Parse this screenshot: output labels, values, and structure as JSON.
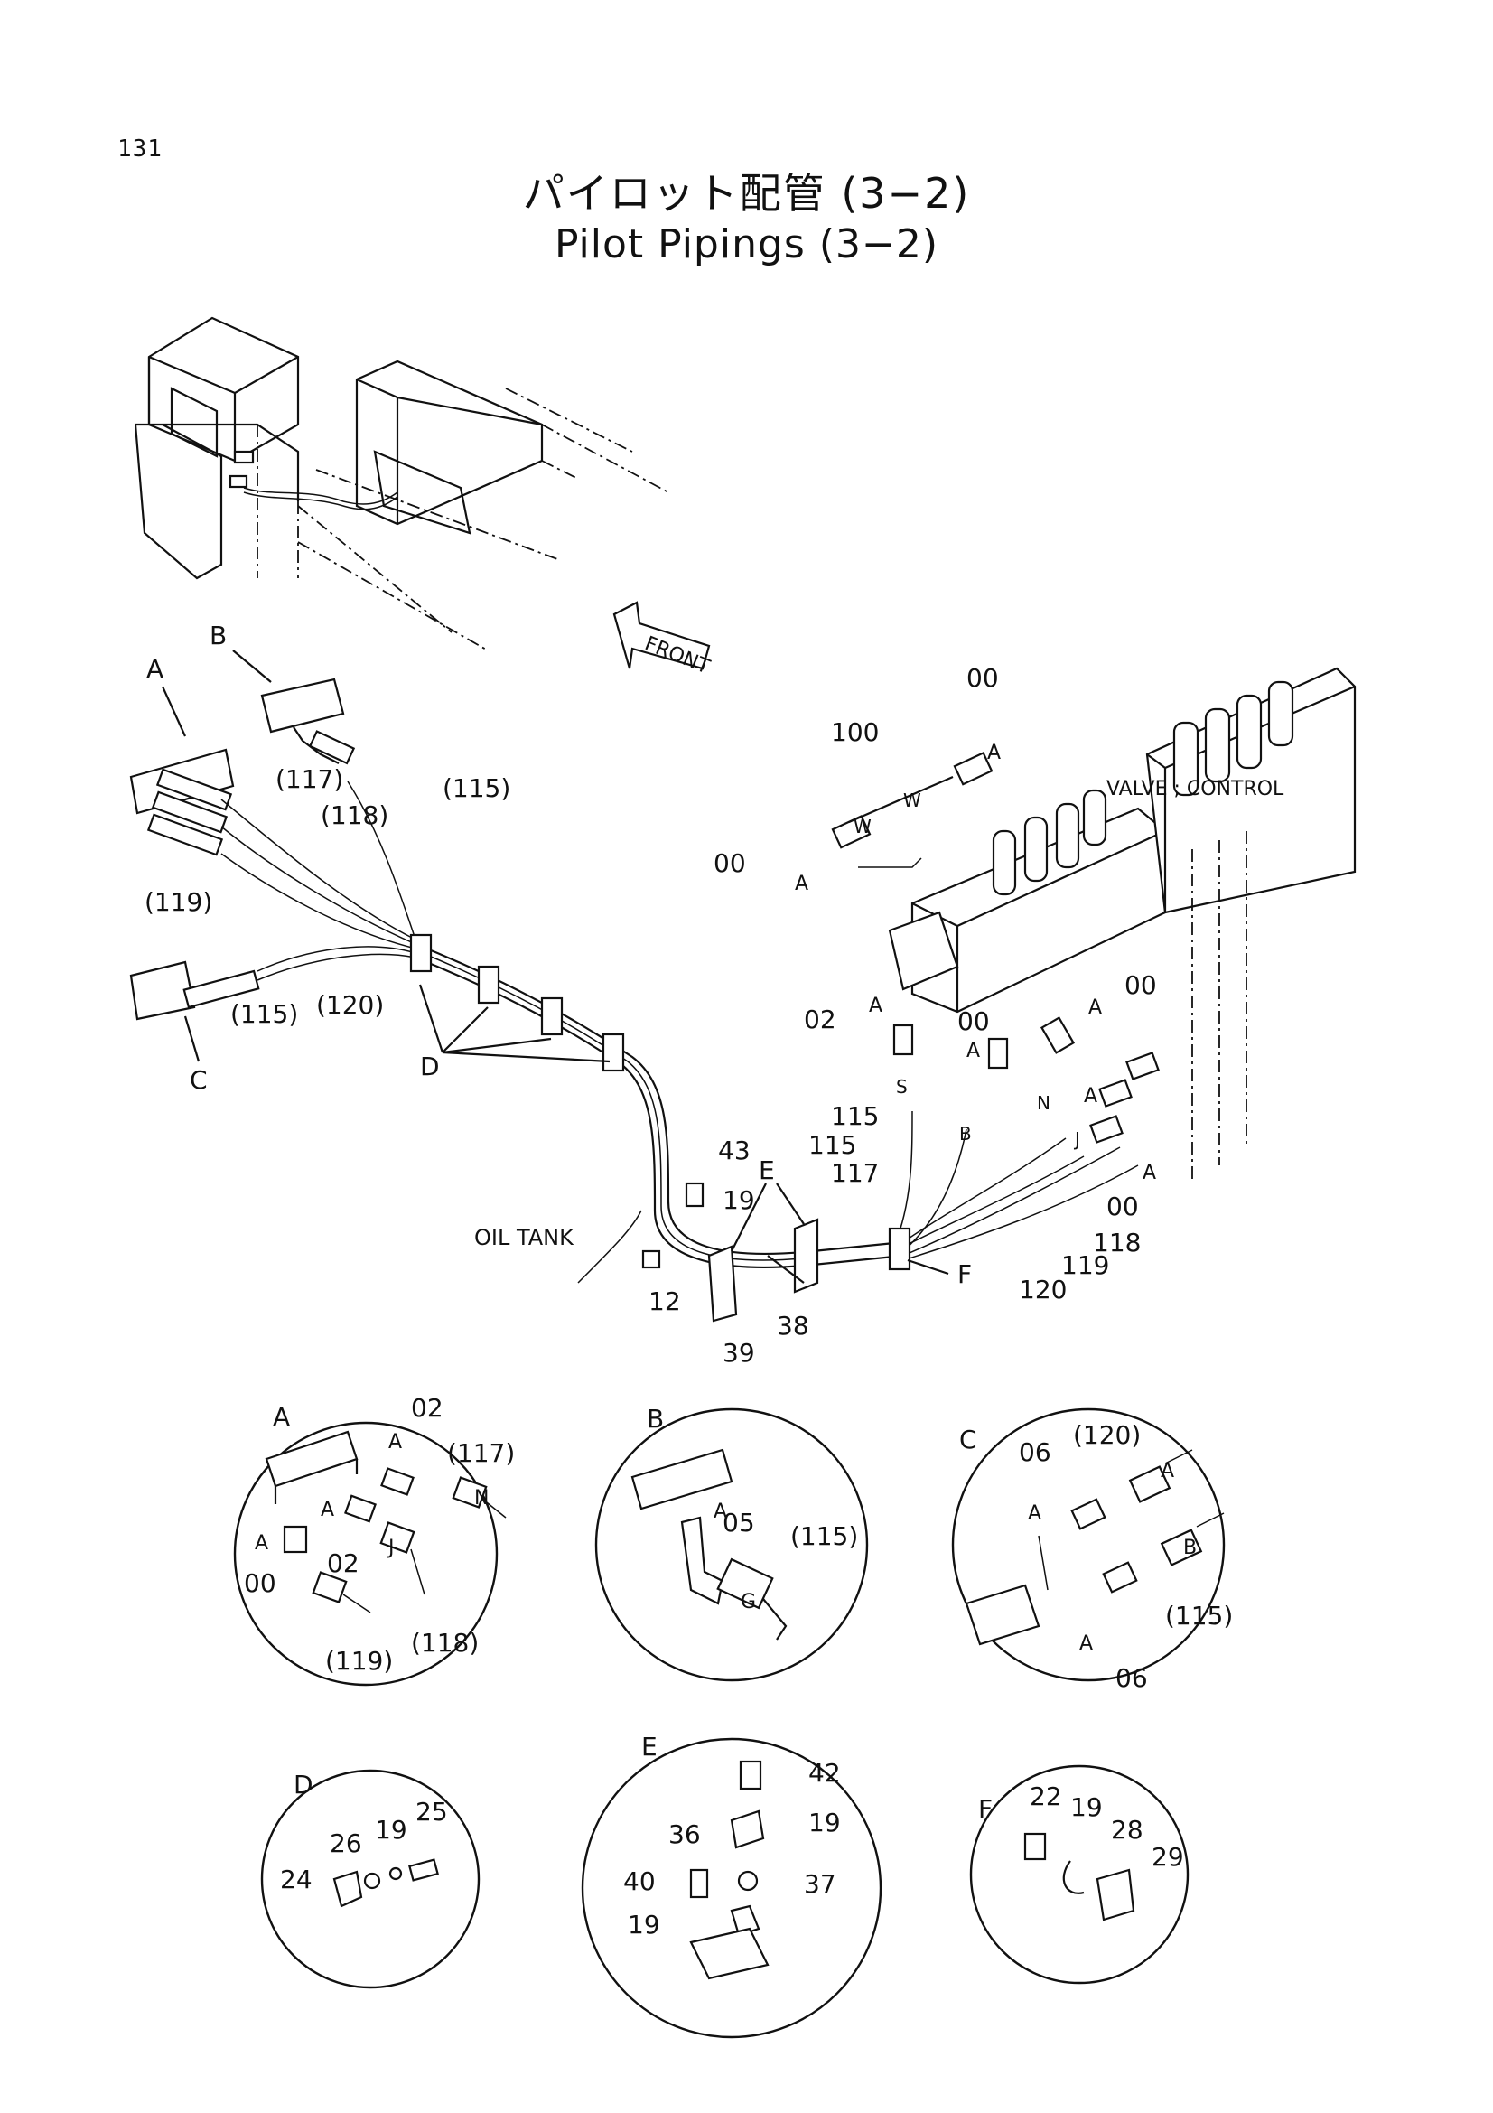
{
  "page_number": "131",
  "title_jp": "パイロット配管 (3−2)",
  "title_en": "Pilot Pipings (3−2)",
  "main_labels": {
    "front": "FRONT",
    "valve_control": "VALVE ; CONTROL",
    "oil_tank": "OIL TANK",
    "A": "A",
    "B": "B",
    "C": "C",
    "D": "D",
    "E": "E",
    "F": "F",
    "p117": "(117)",
    "p118": "(118)",
    "p115a": "(115)",
    "p119": "(119)",
    "p115b": "(115)",
    "p120": "(120)",
    "n100": "100",
    "n00a": "00",
    "n00b": "00",
    "n02": "02",
    "n00c": "00",
    "n00d": "00",
    "n00e": "00",
    "n115a": "115",
    "n115b": "115",
    "n117": "117",
    "n43": "43",
    "n19": "19",
    "n12": "12",
    "n39": "39",
    "n38": "38",
    "n120": "120",
    "n119": "119",
    "n118": "118",
    "aA1": "A",
    "aA2": "A",
    "aA3": "A",
    "aA4": "A",
    "aA5": "A",
    "aA6": "A",
    "aA7": "A",
    "w1": "W",
    "w2": "W",
    "s": "S",
    "b": "B",
    "j": "J",
    "n": "N"
  },
  "detail_A": {
    "title": "A",
    "n02a": "02",
    "aA": "A",
    "n117": "(117)",
    "nN": "N",
    "aA2": "A",
    "n02b": "02",
    "nJ": "J",
    "aA3": "A",
    "n00": "00",
    "n119": "(119)",
    "n118": "(118)"
  },
  "detail_B": {
    "title": "B",
    "aA": "A",
    "n05": "05",
    "n115": "(115)",
    "nG": "G"
  },
  "detail_C": {
    "title": "C",
    "n06a": "06",
    "n120": "(120)",
    "aA": "A",
    "nA2": "A",
    "nB": "B",
    "n115": "(115)",
    "aA3": "A",
    "n06b": "06"
  },
  "detail_D": {
    "title": "D",
    "n25": "25",
    "n26": "26",
    "n19": "19",
    "n24": "24"
  },
  "detail_E": {
    "title": "E",
    "n42": "42",
    "n19a": "19",
    "n36": "36",
    "n37": "37",
    "n40": "40",
    "n19b": "19"
  },
  "detail_F": {
    "title": "F",
    "n22": "22",
    "n19": "19",
    "n28": "28",
    "n29": "29"
  }
}
